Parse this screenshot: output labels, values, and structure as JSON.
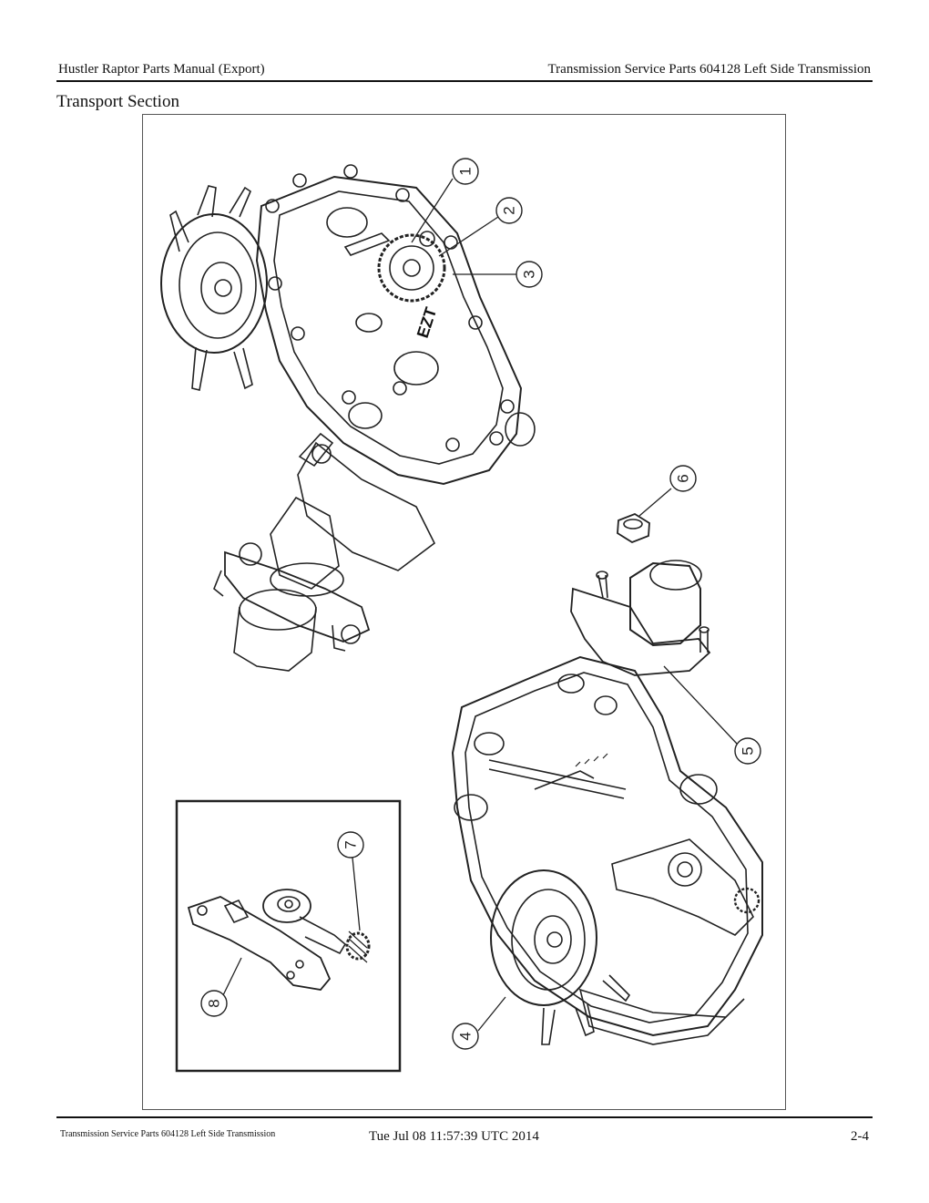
{
  "header": {
    "left": "Hustler Raptor Parts Manual (Export)",
    "right": "Transmission Service Parts 604128 Left Side Transmission"
  },
  "section_title": "Transport Section",
  "figure": {
    "housing_marking": "EZT",
    "callouts": [
      "1",
      "2",
      "3",
      "4",
      "5",
      "6",
      "7",
      "8"
    ]
  },
  "footer": {
    "left": "Transmission Service Parts 604128 Left Side Transmission",
    "center": "Tue Jul 08 11:57:39 UTC 2014",
    "right": "2-4"
  }
}
